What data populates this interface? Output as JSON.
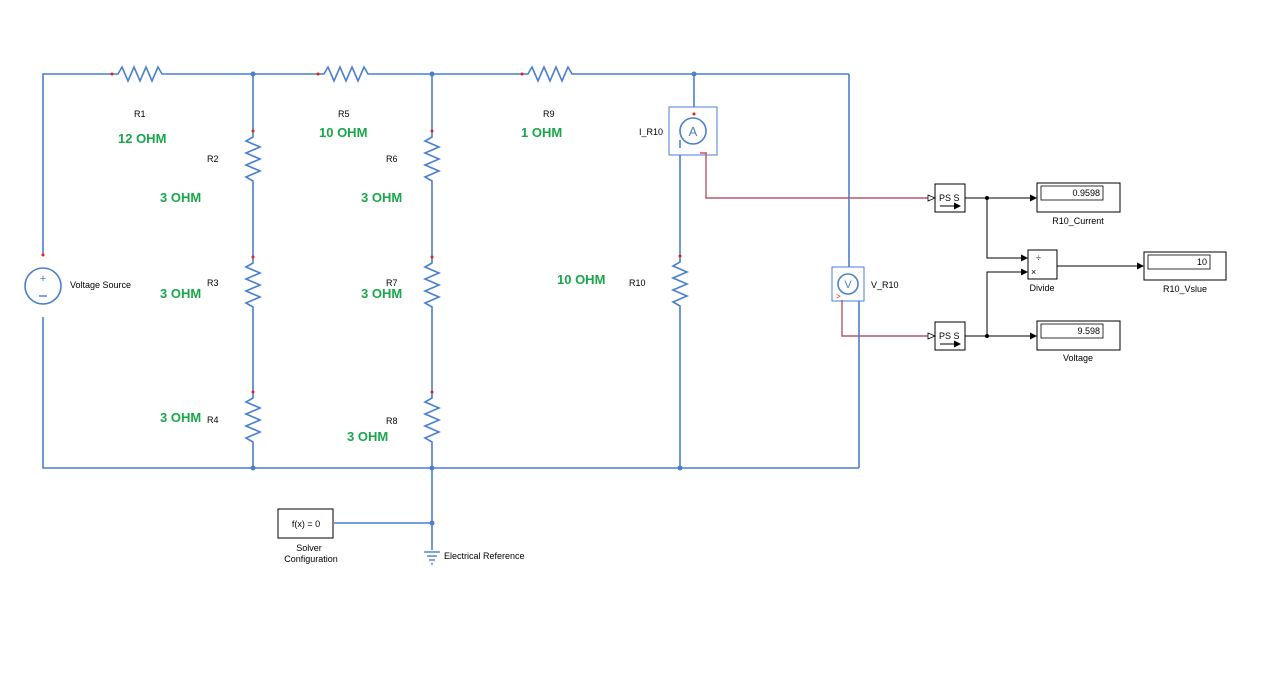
{
  "resistors": {
    "r1": {
      "name": "R1",
      "value": "12 OHM"
    },
    "r2": {
      "name": "R2",
      "value": "3 OHM"
    },
    "r3": {
      "name": "R3",
      "value": "3 OHM"
    },
    "r4": {
      "name": "R4",
      "value": "3 OHM"
    },
    "r5": {
      "name": "R5",
      "value": "10 OHM"
    },
    "r6": {
      "name": "R6",
      "value": "3 OHM"
    },
    "r7": {
      "name": "R7",
      "value": "3 OHM"
    },
    "r8": {
      "name": "R8",
      "value": "3 OHM"
    },
    "r9": {
      "name": "R9",
      "value": "1 OHM"
    },
    "r10": {
      "name": "R10",
      "value": "10 OHM"
    }
  },
  "source": {
    "label": "Voltage Source"
  },
  "ammeter": {
    "label": "I_R10",
    "symbol": "A"
  },
  "voltmeter": {
    "label": "V_R10",
    "symbol": "V"
  },
  "ps_s_top": {
    "label": "PS S"
  },
  "ps_s_bottom": {
    "label": "PS S"
  },
  "current_display": {
    "value": "0.9598",
    "label": "R10_Current"
  },
  "voltage_display": {
    "value": "9.598",
    "label": "Voltage"
  },
  "r_display": {
    "value": "10",
    "label": "R10_Vslue"
  },
  "divide": {
    "label": "Divide",
    "top_op": "÷",
    "bottom_op": "×"
  },
  "solver": {
    "text": "f(x) = 0",
    "label_line1": "Solver",
    "label_line2": "Configuration"
  },
  "reference": {
    "label": "Electrical Reference"
  }
}
